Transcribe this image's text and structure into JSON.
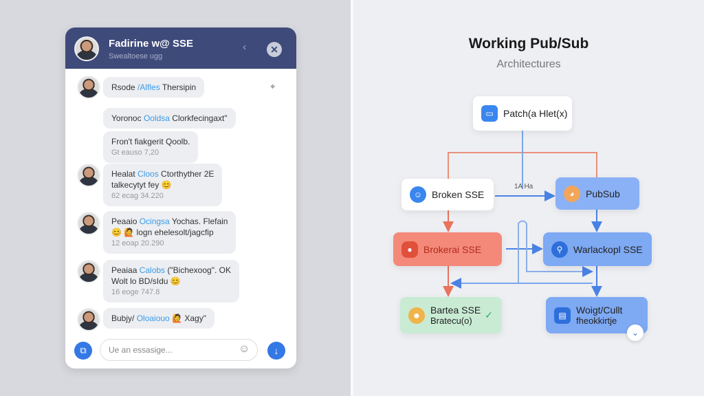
{
  "chat": {
    "title": "Fadirine w@ SSE",
    "subtitle": "Swealtoese ugg",
    "messages": [
      {
        "text": "Rsode ",
        "highlight": "/Alfles",
        "rest": " Thersipin"
      },
      {
        "text": "Yoronoc ",
        "highlight": "Ooldsa",
        "rest": " Clorkfecingaxt\""
      },
      {
        "text": "Fron't fiakgerit Qoolb.",
        "timestamp": "Gt eauso 7,20"
      },
      {
        "text": "Healat ",
        "highlight": "Cloos",
        "rest": " Ctorthyther 2E",
        "line2": "talkecytyt fey 😊",
        "timestamp": "62 ecag 34.220"
      },
      {
        "text": "Peaaio ",
        "highlight": "Ocingsa",
        "rest": " Yochas. Flefain",
        "line2": "😊 🙋 logn ehelesolt/jagcfip",
        "timestamp": "12 eoap 20.290"
      },
      {
        "text": "Peaiaa ",
        "highlight": "Calobs",
        "rest": " (\"Bichexoog\". OK",
        "line2": "Wolt lo BD/sIdu 😊",
        "timestamp": "16 eoge 747.8"
      },
      {
        "text": "Bubjy/ ",
        "highlight": "Oloaiouo",
        "rest": " 🙋 Xagy\""
      }
    ],
    "input_placeholder": "Ue an essasige..."
  },
  "diagram": {
    "title": "Working Pub/Sub",
    "subtitle": "Architectures",
    "edge_label": "1A Ha",
    "nodes": {
      "top": "Patch(a Hlet(x)",
      "broken": "Broken SSE",
      "pubsub": "PubSub",
      "brokerai": "Brokerai SSE",
      "warlack": "Warlackopl SSE",
      "bartea": "Bartea SSE",
      "bartea_sub": "Bratecu(o)",
      "woigt": "Woigt/Cullt",
      "woigt_sub": "fheokkirtje"
    },
    "colors": {
      "header": "#3e4a7a",
      "accent": "#3478e5",
      "red_node": "#f4897a",
      "blue_node": "#7ea9f3",
      "green_node": "#c9ebd4"
    }
  }
}
